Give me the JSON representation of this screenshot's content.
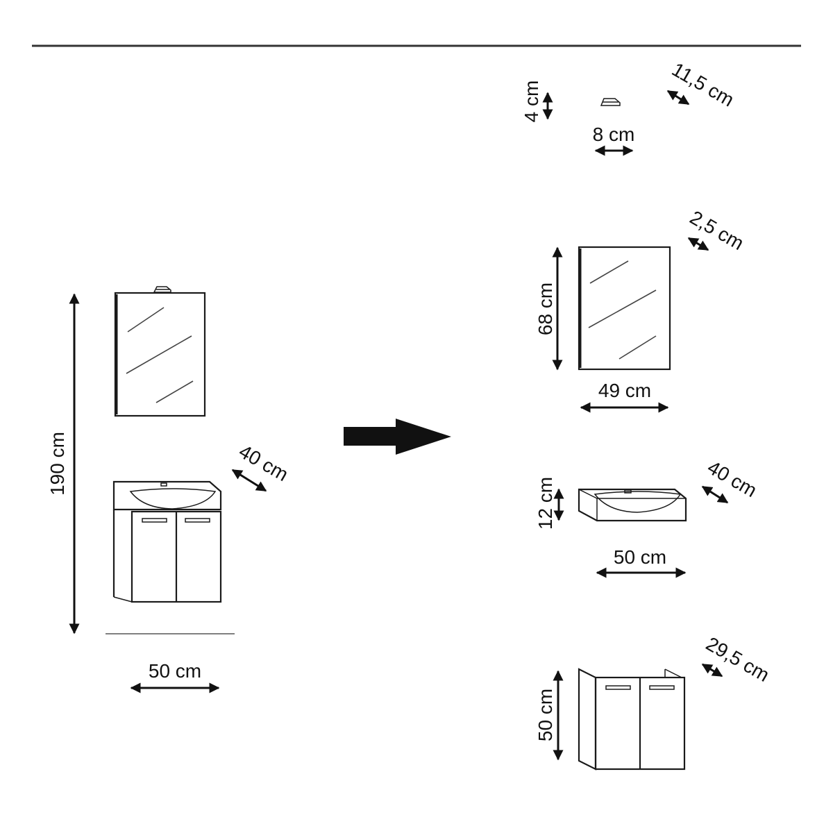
{
  "colors": {
    "ink": "#1a1a1a",
    "background": "#ffffff"
  },
  "assembled": {
    "height_label": "190 cm",
    "width_label": "50 cm",
    "depth_label": "40 cm"
  },
  "components": {
    "lamp": {
      "height_label": "4 cm",
      "width_label": "8 cm",
      "depth_label": "11,5 cm"
    },
    "mirror": {
      "height_label": "68 cm",
      "width_label": "49 cm",
      "depth_label": "2,5 cm"
    },
    "sink": {
      "height_label": "12 cm",
      "width_label": "50 cm",
      "depth_label": "40 cm"
    },
    "cabinet": {
      "height_label": "50 cm",
      "depth_label": "29,5 cm"
    }
  },
  "icons": {
    "transition": "right-arrow-icon"
  }
}
